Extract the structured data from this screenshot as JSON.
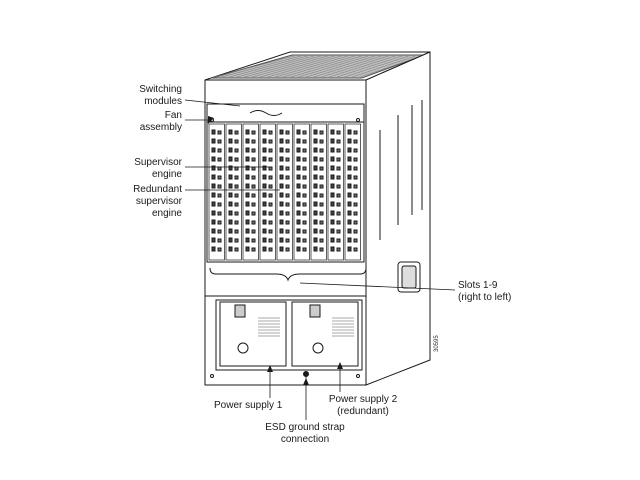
{
  "labels": {
    "switching_1": "Switching",
    "switching_2": "modules",
    "fan_1": "Fan",
    "fan_2": "assembly",
    "supervisor_1": "Supervisor",
    "supervisor_2": "engine",
    "redundant_1": "Redundant",
    "redundant_2": "supervisor",
    "redundant_3": "engine",
    "slots_1": "Slots 1-9",
    "slots_2": "(right to left)",
    "ps1": "Power supply 1",
    "ps2_1": "Power supply 2",
    "ps2_2": "(redundant)",
    "esd_1": "ESD ground strap",
    "esd_2": "connection",
    "figure_number": "30595"
  },
  "slot_count": 9,
  "colors": {
    "line": "#1a1a1a",
    "panel": "#ffffff",
    "shade": "#c8c8c8"
  }
}
